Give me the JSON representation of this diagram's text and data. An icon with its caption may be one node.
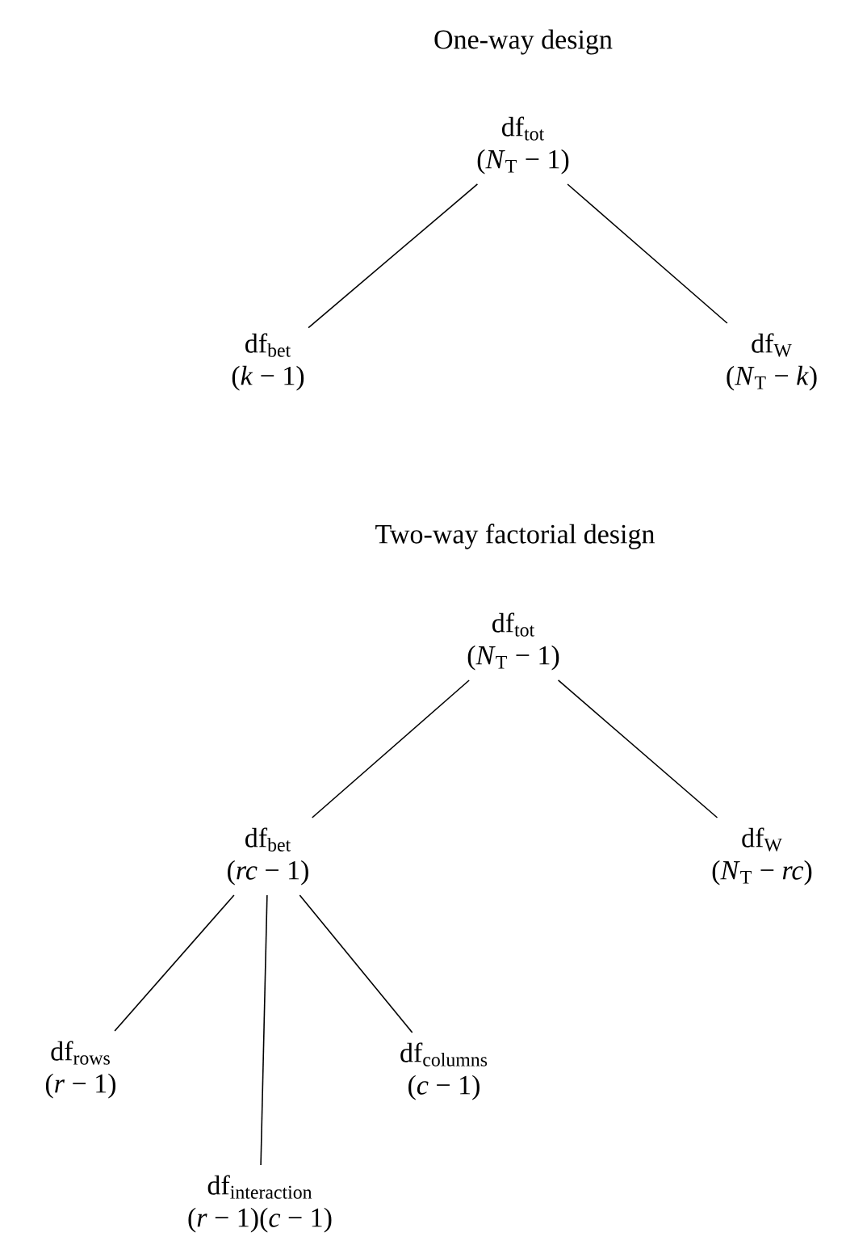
{
  "diagram": {
    "nodes": [
      {
        "text": [
          "\\mathrm{df}_{\\mathrm{tot}}",
          "(*N*$_{T}$ − 1)"
        ]
      },
      {
        "text": [
          "\\mathrm{df}_{\\mathrm{bet}}",
          "(*k* − 1)"
        ]
      },
      {
        "text": [
          "\\mathrm{df}_{\\mathrm{W}}",
          "(*N*$_{T}$ − *k*)"
        ]
      },
      {
        "text": [
          "\\mathrm{df}_{\\mathrm{tot}}",
          "(*N*$_{T}$ − 1)"
        ]
      },
      {
        "text": [
          "\\mathrm{df}_{\\mathrm{bet}}",
          "(*rc* − 1)"
        ]
      },
      {
        "text": [
          "\\mathrm{df}_{\\mathrm{W}}",
          "(*N*$_{T}$ − *rc*)"
        ]
      },
      {
        "text": [
          "\\mathrm{df}_{\\mathrm{rows}}",
          "(*r* − 1)"
        ]
      },
      {
        "text": [
          "\\mathrm{df}_{\\mathrm{interaction}}",
          "(*r* − 1)(*c* − 1)"
        ]
      },
      {
        "text": [
          "\\mathrm{df}_{\\mathrm{columns}}",
          "(*c* − 1)"
        ]
      }
    ],
    "edges": [
      {
        "from": 0,
        "to": 1,
        "arrow": "none"
      },
      {
        "from": 0,
        "to": 2,
        "arrow": "none"
      },
      {
        "from": 3,
        "to": 4,
        "arrow": "none"
      },
      {
        "from": 3,
        "to": 5,
        "arrow": "none"
      },
      {
        "from": 4,
        "to": 6,
        "arrow": "none"
      },
      {
        "from": 4,
        "to": 7,
        "arrow": "none"
      },
      {
        "from": 4,
        "to": 8,
        "arrow": "none"
      }
    ],
    "labels": [
      "One-way design",
      "Two-way factorial design"
    ]
  }
}
